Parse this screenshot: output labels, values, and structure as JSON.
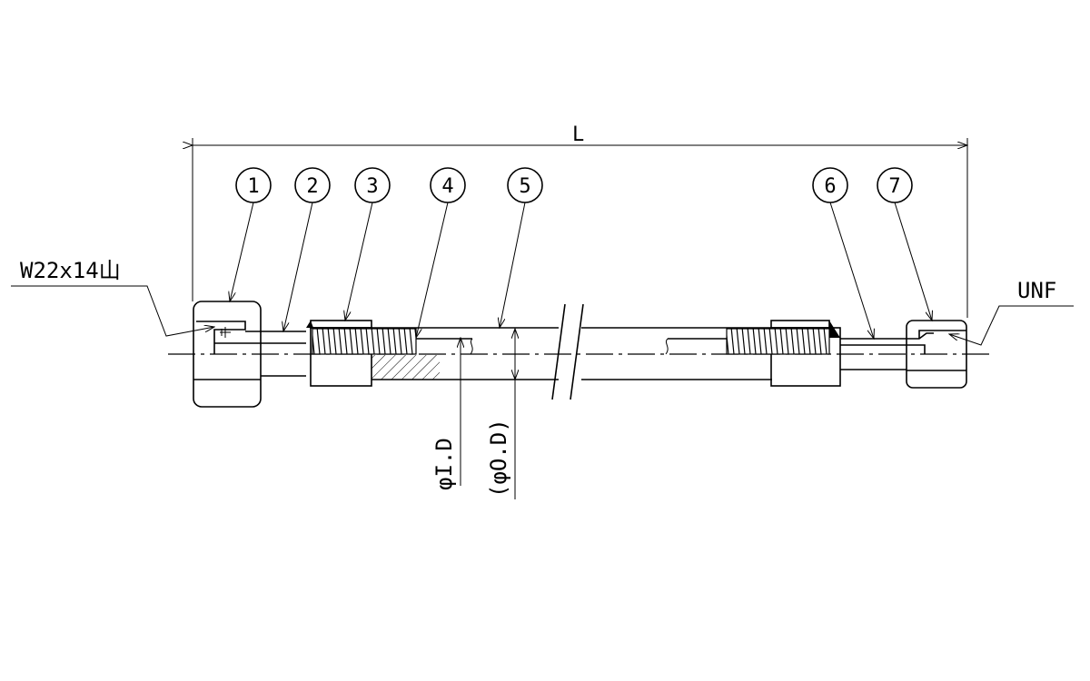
{
  "dimension": {
    "length_label": "L"
  },
  "balloons": [
    {
      "number": "1"
    },
    {
      "number": "2"
    },
    {
      "number": "3"
    },
    {
      "number": "4"
    },
    {
      "number": "5"
    },
    {
      "number": "6"
    },
    {
      "number": "7"
    }
  ],
  "callouts": {
    "left_thread": "W22x14山",
    "right_thread": "UNF",
    "inner_diameter": "φI.D",
    "outer_diameter": "(φO.D)"
  },
  "colors": {
    "line": "#000000",
    "background": "#ffffff"
  }
}
